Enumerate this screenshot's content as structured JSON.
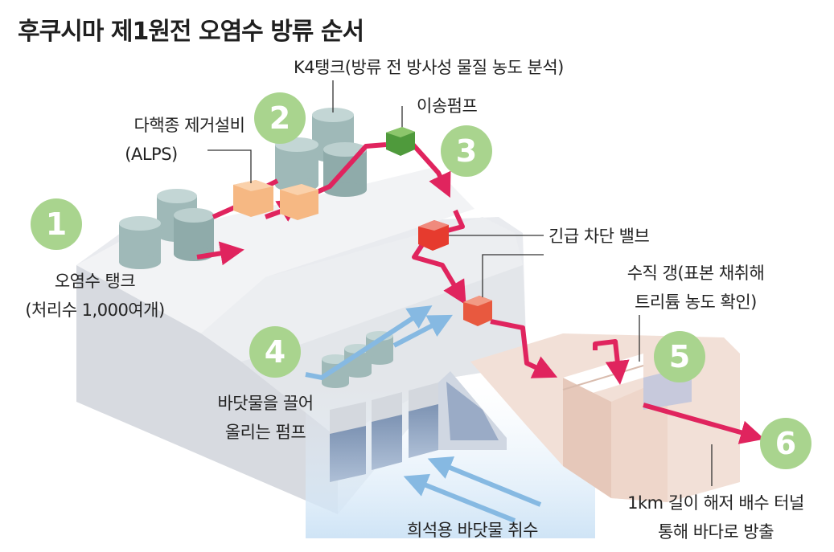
{
  "title": "후쿠시마 제1원전 오염수 방류 순서",
  "steps": [
    {
      "number": "1",
      "lines": [
        "오염수 탱크",
        "(처리수 1,000여개)"
      ]
    },
    {
      "number": "2",
      "lines": [
        "다핵종 제거설비",
        "(ALPS)"
      ]
    },
    {
      "number": "3",
      "lines": [
        "K4탱크(방류 전 방사성 물질 농도 분석)"
      ]
    },
    {
      "number": "4",
      "lines": [
        "바닷물을 끌어",
        "올리는 펌프"
      ]
    },
    {
      "number": "5",
      "lines": [
        "수직 갱(표본 채취해",
        "트리튬 농도 확인)"
      ]
    },
    {
      "number": "6",
      "lines": [
        "1km 길이 해저 배수 터널",
        "통해 바다로 방출"
      ]
    }
  ],
  "labels": {
    "transfer_pump": "이송펌프",
    "emergency_valve": "긴급 차단 밸브",
    "seawater_intake": "희석용 바닷물 취수"
  },
  "colors": {
    "step_circle": "#a9d48e",
    "flow_arrow": "#e0245e",
    "seawater_arrow": "#86b9e2",
    "alps_box": "#f6b883",
    "valve_box": "#e63b2e",
    "pump_box": "#4f9a3c",
    "tank": "#9fb9b8",
    "shaft": "#f0dcd3"
  }
}
